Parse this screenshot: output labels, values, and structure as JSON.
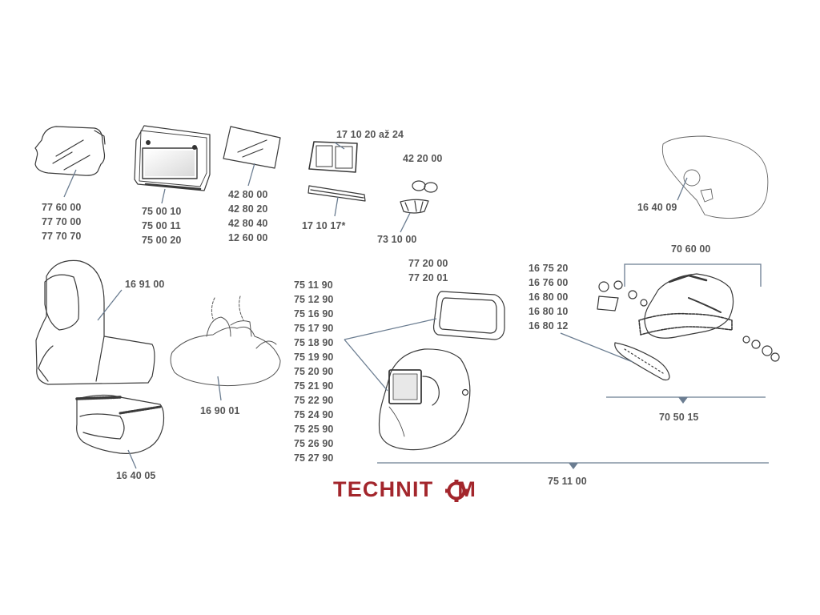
{
  "brand": {
    "name_pre": "TECHNIT",
    "name_post": "M",
    "color": "#a3262c"
  },
  "colors": {
    "label": "#555555",
    "bracket": "#6b7d91",
    "line": "#5a6470"
  },
  "parts": {
    "lens_curved": [
      "77 60 00",
      "77 70 00",
      "77 70 70"
    ],
    "frame": [
      "75 00 10",
      "75 00 11",
      "75 00 20"
    ],
    "cover_plate": [
      "42 80 00",
      "42 80 20",
      "42 80 40",
      "12 60 00"
    ],
    "lens_holder": "17 10 20 až 24",
    "holder_strip": "17 10 17*",
    "rings": "42 20 00",
    "clip": "73 10 00",
    "hood_cover": "16 40 09",
    "head_cover": "16 91 00",
    "respirator": "16 90 01",
    "neck_protector": "16 40 05",
    "shell_variants": [
      "75 11 90",
      "75 12 90",
      "75 16 90",
      "75 17 90",
      "75 18 90",
      "75 19 90",
      "75 20 90",
      "75 21 90",
      "75 22 90",
      "75 24 90",
      "75 25 90",
      "75 26 90",
      "75 27 90"
    ],
    "side_window": [
      "77 20 00",
      "77 20 01"
    ],
    "headband_set": "70 60 00",
    "headband_parts": [
      "16 75 20",
      "16 76 00",
      "16 80 00",
      "16 80 10",
      "16 80 12"
    ],
    "headband": "70 50 15",
    "helmet_complete": "75 11 00"
  }
}
